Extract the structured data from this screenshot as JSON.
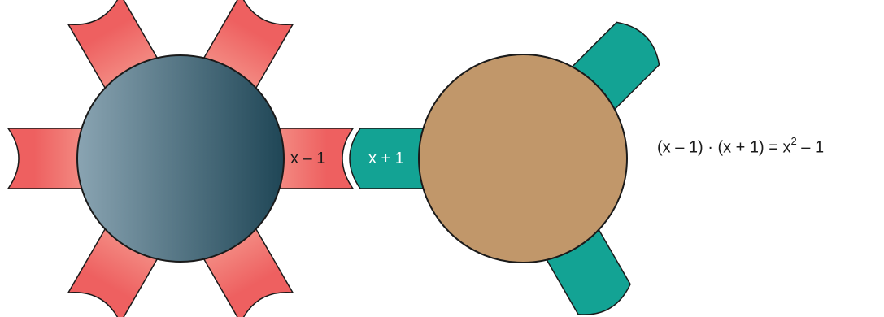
{
  "left_molecule": {
    "label": "x – 1",
    "arm_count": 6,
    "colors": {
      "arm_light": "#fde0c8",
      "arm_dark": "#ee6060",
      "core_light": "#8aa4b2",
      "core_dark": "#1f4656"
    }
  },
  "right_molecule": {
    "label": "x + 1",
    "arm_count": 3,
    "colors": {
      "arm": "#13a394",
      "core": "#c1976a"
    }
  },
  "equation": {
    "lhs": "(x – 1) · (x + 1) = x",
    "exponent": "2",
    "rhs": " – 1"
  }
}
